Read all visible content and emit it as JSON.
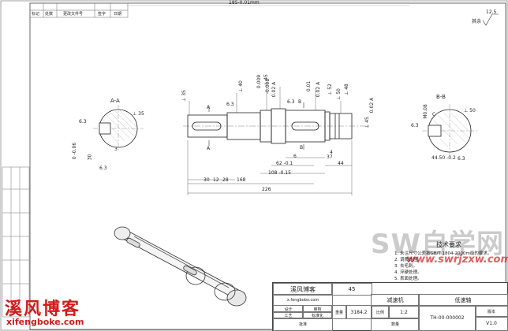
{
  "header": {
    "top_dimension": "185-0.01mm",
    "surface_roughness": "12.5",
    "remainder_label": "其余",
    "rev_table": [
      "标记",
      "处数",
      "更改文件号",
      "签字",
      "日期"
    ]
  },
  "views": {
    "section_a_title": "A-A",
    "section_b_title": "B-B",
    "section_a_labels": [
      "6.3",
      "⊥ 35",
      "0 -0.06",
      "3",
      "30",
      "6.3"
    ],
    "section_b_labels": [
      "⊥ 50",
      "6.3",
      "M0.08",
      "C",
      "44.50 -0.2",
      "6.3"
    ]
  },
  "dimensions": {
    "left": "226",
    "d168": "168",
    "d108": "108 -0.15",
    "d62": "62 -0.1",
    "d30": "30",
    "d12": "12",
    "d28": "28",
    "d37": "37",
    "d44": "44",
    "d6": "6",
    "d4": "4",
    "top_labels": [
      "A",
      "6.3",
      "B",
      "6.3",
      "A",
      "B"
    ],
    "diameters": [
      "⊥ 35",
      "⊥ 40",
      "⊥ 45",
      "⊥ 52",
      "⊥ 50",
      "⊥ 48",
      "⊥ 45"
    ],
    "tol_labels": [
      "0.009",
      "-0.008",
      "0.02 A",
      "0.01",
      "0.02 A",
      "0.02 A"
    ]
  },
  "tech_requirements": {
    "title": "技术要求",
    "items": [
      "1. 未注尺寸公差按GB/T 1804-2000m级的要求。",
      "2. 调质处理。",
      "3. 去毛刺。",
      "4. 淬硬处理。",
      "5. 表面处理。"
    ]
  },
  "title_block": {
    "company": "溪风博客",
    "company_url": "x.fengbobo.com",
    "material": "45",
    "assembly": "减速机",
    "part_name": "低速轴",
    "drawing_no": "TH-00-000002",
    "weight": "3184.2",
    "scale": "1:2",
    "version": "V1.0",
    "row_labels": [
      "设计",
      "审核",
      "工艺",
      "标准化",
      "批准"
    ],
    "small_labels": [
      "重量",
      "比例",
      "数量",
      "版本"
    ]
  },
  "watermark": {
    "main": "SW自学网",
    "url": "www.swrjzxw.com"
  },
  "logo": {
    "name": "溪风博客",
    "url": "xifengboke.com"
  }
}
